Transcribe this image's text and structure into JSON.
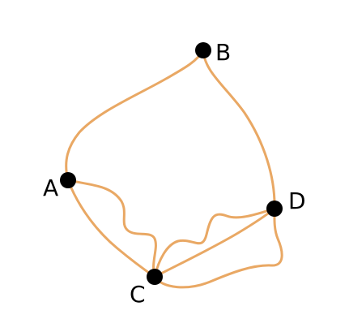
{
  "diagram": {
    "colors": {
      "edge": "#E8A35C",
      "node": "#000000",
      "label": "#000000",
      "background": "#FFFFFF"
    },
    "nodes": [
      {
        "id": "A",
        "label": "A"
      },
      {
        "id": "B",
        "label": "B"
      },
      {
        "id": "C",
        "label": "C"
      },
      {
        "id": "D",
        "label": "D"
      }
    ],
    "edges": [
      {
        "from": "A",
        "to": "B"
      },
      {
        "from": "B",
        "to": "D"
      },
      {
        "from": "A",
        "to": "C"
      },
      {
        "from": "A",
        "to": "C"
      },
      {
        "from": "C",
        "to": "D"
      },
      {
        "from": "C",
        "to": "D"
      },
      {
        "from": "C",
        "to": "D"
      }
    ]
  }
}
